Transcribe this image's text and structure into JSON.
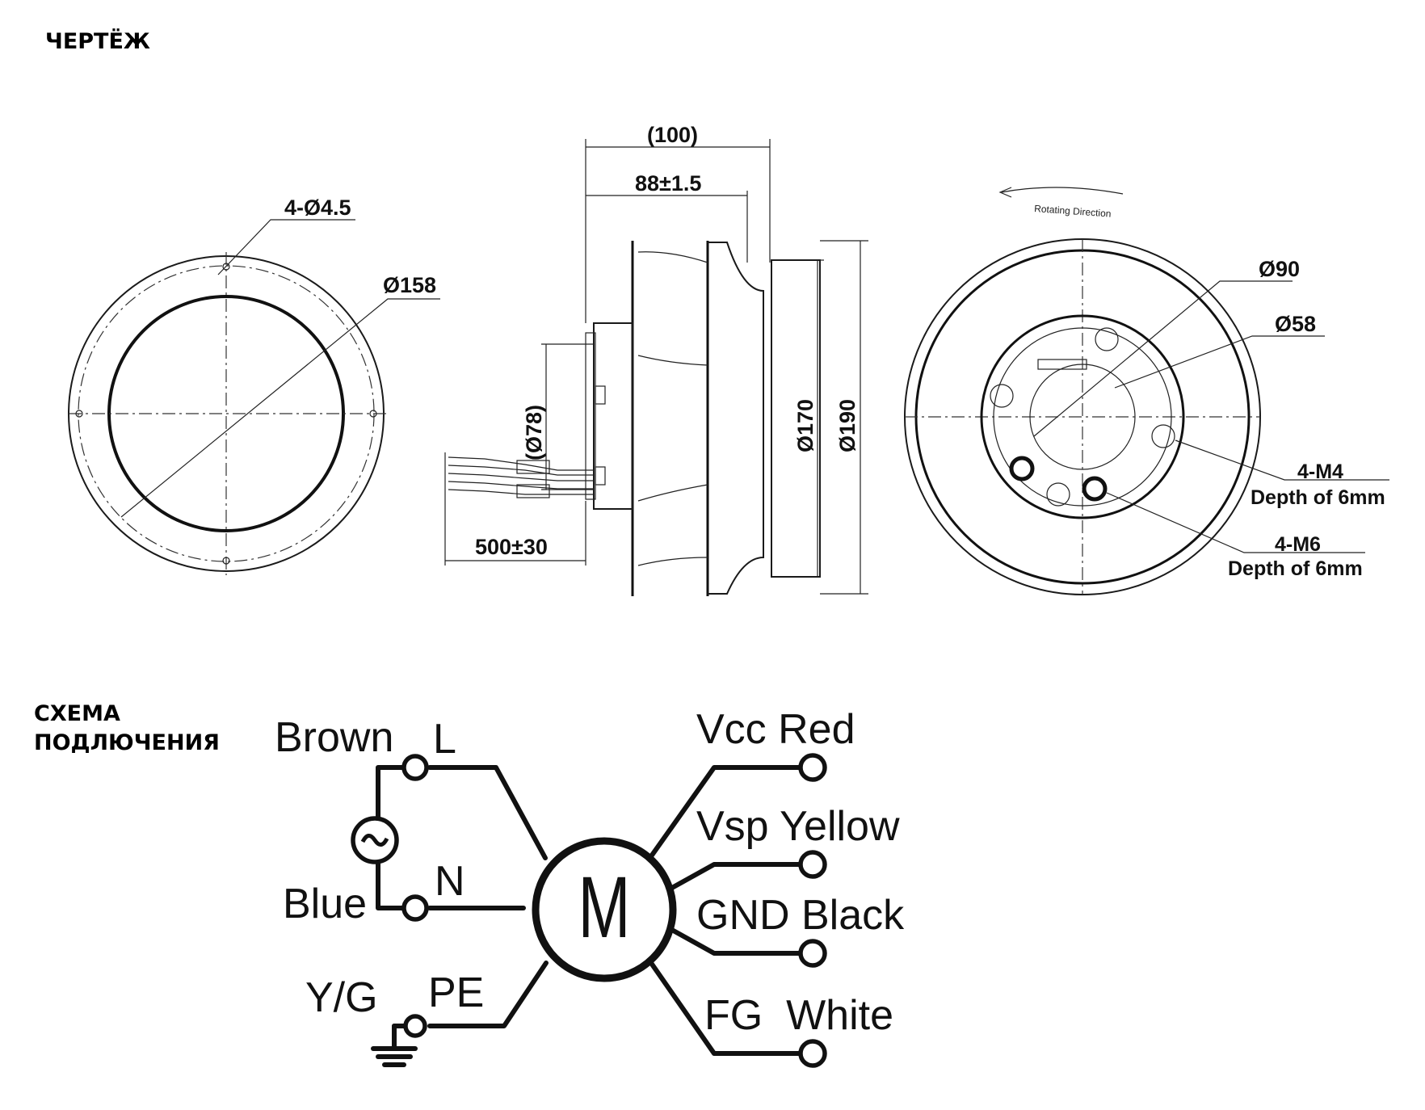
{
  "sections": {
    "drawing": "ЧЕРТЁЖ",
    "wiring": "СХЕМА ПОДЛЮЧЕНИЯ"
  },
  "dimensions": {
    "holes": "4-Ø4.5",
    "bolt_circle": "Ø158",
    "overall_length": "(100)",
    "body_length": "88±1.5",
    "hub_diameter": "(Ø78)",
    "inner_diameter": "Ø170",
    "outer_diameter": "Ø190",
    "cable_length": "500±30",
    "d90": "Ø90",
    "d58": "Ø58",
    "m4": "4-M4",
    "m4_depth": "Depth of 6mm",
    "m6": "4-M6",
    "m6_depth": "Depth of 6mm",
    "rotation": "Rotating Direction"
  },
  "wiring": {
    "brown": "Brown",
    "l": "L",
    "blue": "Blue",
    "n": "N",
    "yg": "Y/G",
    "pe": "PE",
    "motor": "M",
    "vcc": "Vcc Red",
    "vsp": "Vsp Yellow",
    "gnd": "GND Black",
    "fg": "FG  White"
  }
}
